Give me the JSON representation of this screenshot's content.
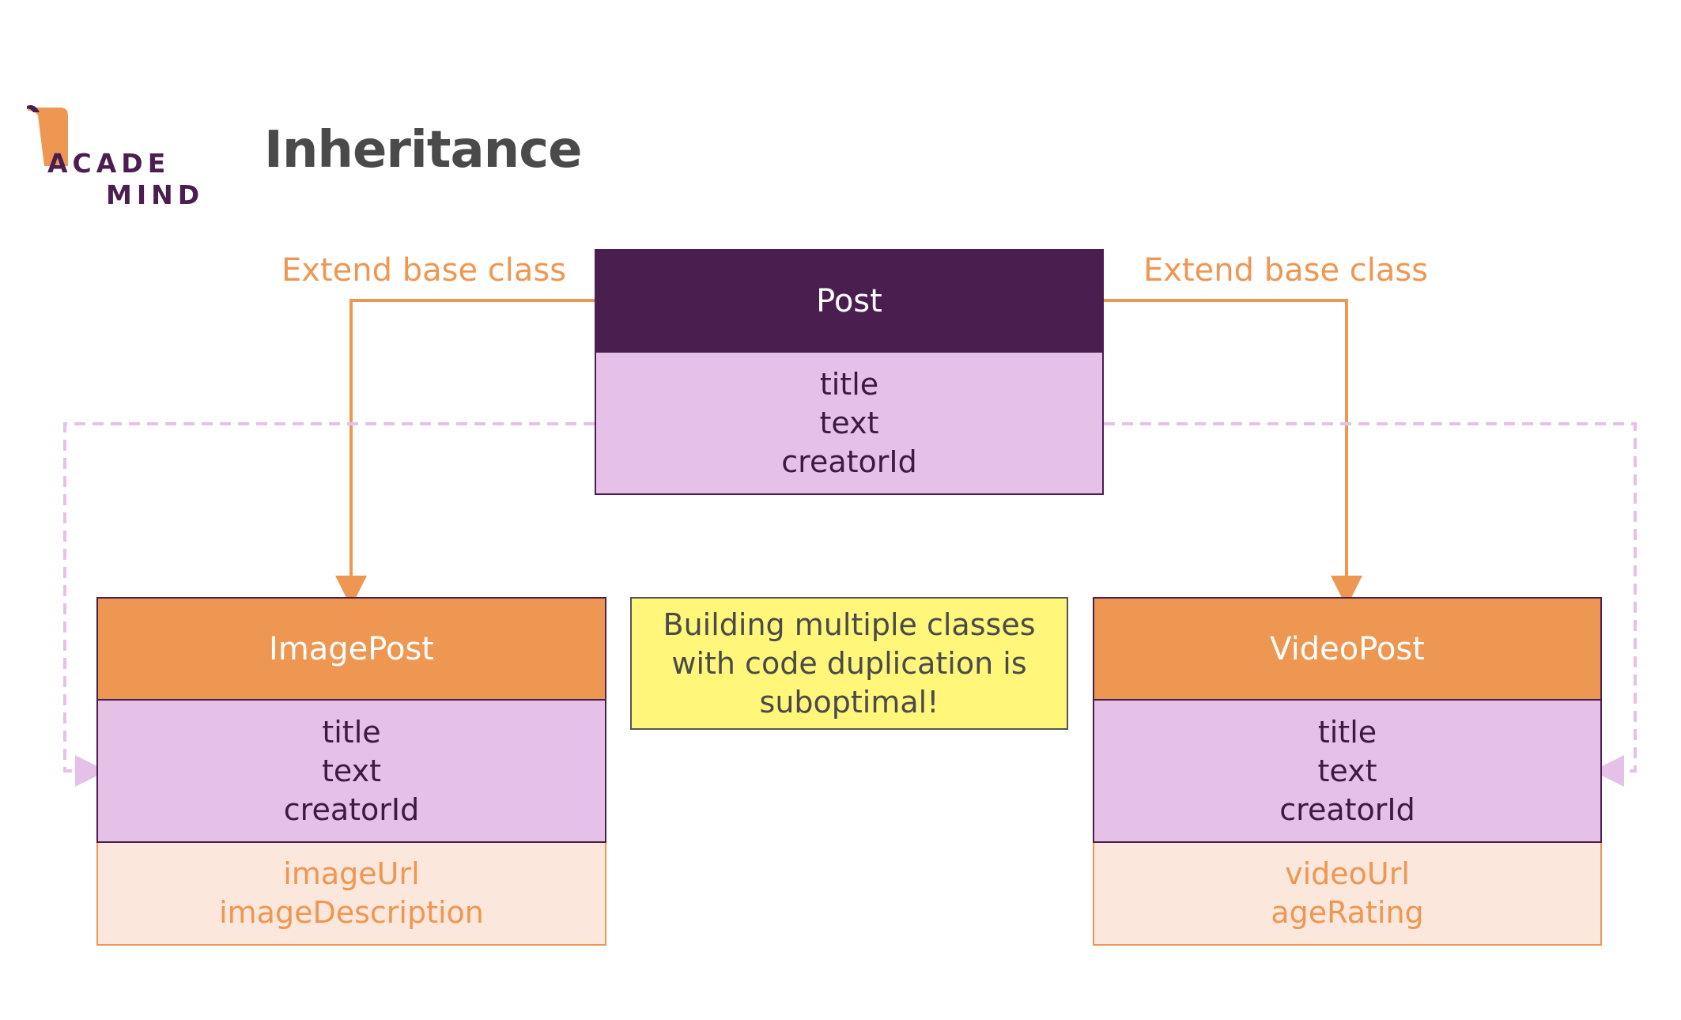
{
  "logo": {
    "line1": "ACADE",
    "line2": "MIND",
    "alt": "Academind logo"
  },
  "title": "Inheritance",
  "labels": {
    "left": "Extend base class",
    "right": "Extend base class"
  },
  "base_class": {
    "name": "Post",
    "fields": [
      "title",
      "text",
      "creatorId"
    ]
  },
  "subclasses": [
    {
      "name": "ImagePost",
      "inherited_fields": [
        "title",
        "text",
        "creatorId"
      ],
      "own_fields": [
        "imageUrl",
        "imageDescription"
      ]
    },
    {
      "name": "VideoPost",
      "inherited_fields": [
        "title",
        "text",
        "creatorId"
      ],
      "own_fields": [
        "videoUrl",
        "ageRating"
      ]
    }
  ],
  "note": "Building multiple classes with code duplication is suboptimal!",
  "colors": {
    "base_header": "#4a1e4f",
    "sub_header": "#ee9752",
    "field_bg": "#e5c1e8",
    "own_field_bg": "#fbe7dc",
    "note_bg": "#fff67a",
    "arrow_solid": "#ee9752",
    "arrow_dashed": "#e5c1e8"
  }
}
